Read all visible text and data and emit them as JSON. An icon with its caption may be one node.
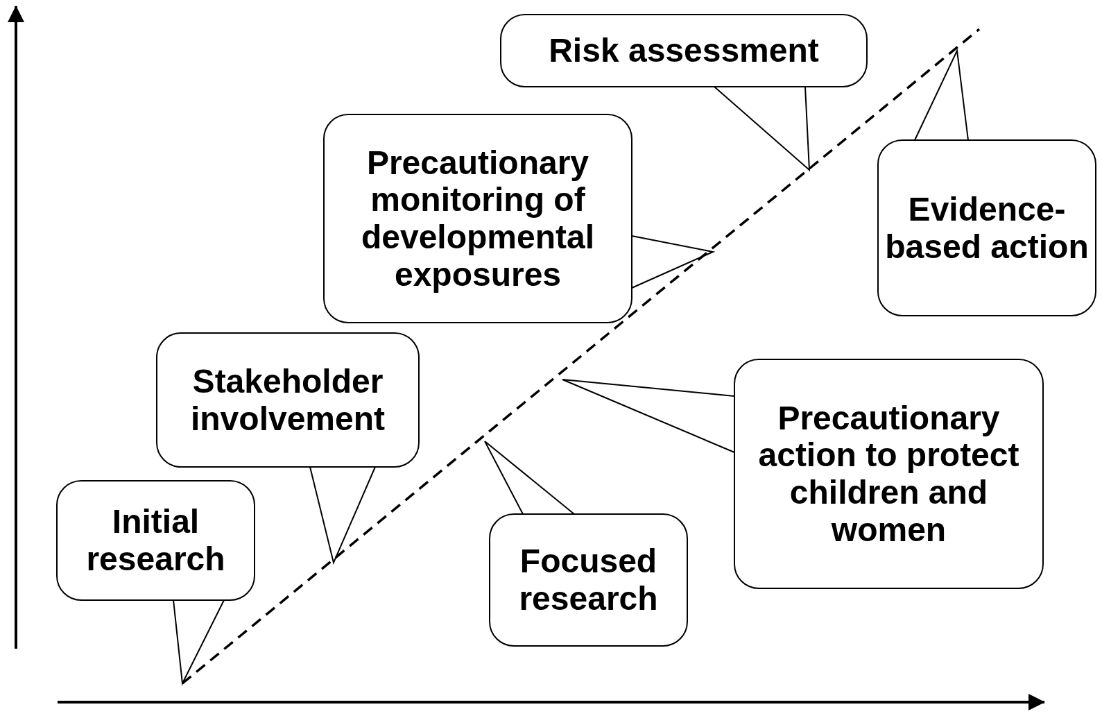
{
  "diagram": {
    "nodes": [
      {
        "text": [
          "Risk assessment"
        ]
      },
      {
        "text": [
          "Precautionary monitoring of developmental exposures"
        ]
      },
      {
        "text": [
          "Evidence-based action"
        ]
      },
      {
        "text": [
          "Stakeholder involvement"
        ]
      },
      {
        "text": [
          "Precautionary action to protect children and women"
        ]
      },
      {
        "text": [
          "Initial research"
        ]
      },
      {
        "text": [
          "Focused research"
        ]
      }
    ],
    "edges": [
      {
        "from": 0,
        "to": null,
        "arrow": "none"
      },
      {
        "from": 1,
        "to": null,
        "arrow": "none"
      },
      {
        "from": 2,
        "to": null,
        "arrow": "none"
      },
      {
        "from": 3,
        "to": null,
        "arrow": "none"
      },
      {
        "from": 4,
        "to": null,
        "arrow": "none"
      },
      {
        "from": 5,
        "to": null,
        "arrow": "none"
      },
      {
        "from": 6,
        "to": null,
        "arrow": "none"
      }
    ]
  }
}
